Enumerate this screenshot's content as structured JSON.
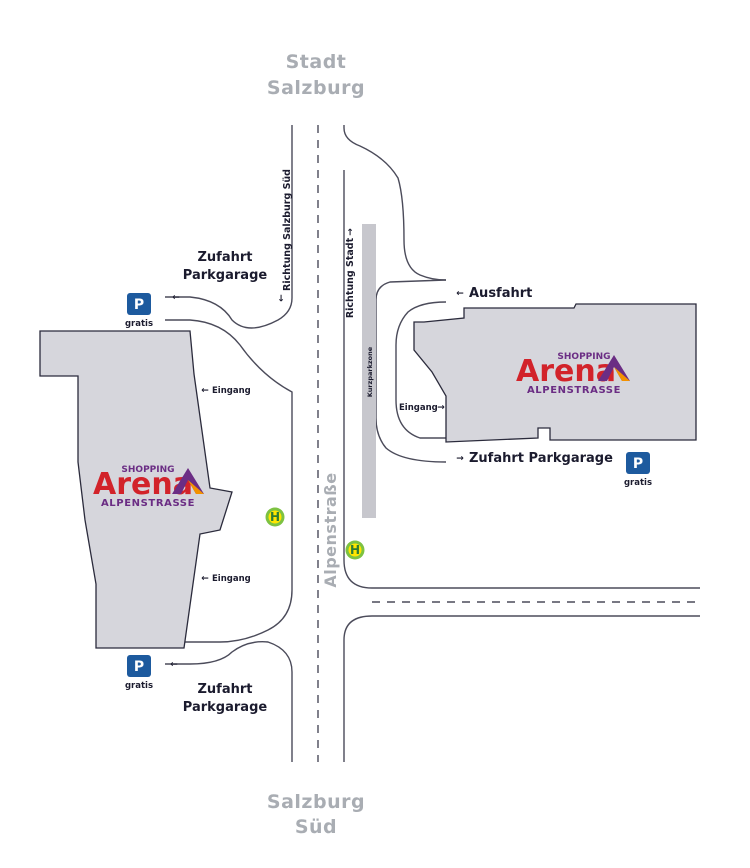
{
  "colors": {
    "background": "#ffffff",
    "road_line": "#4b4b5a",
    "building_fill": "#d6d6dc",
    "city_label": "#a9adb3",
    "label_dark": "#1b1b2e",
    "logo_red": "#d2232a",
    "logo_purple": "#6b2d84",
    "logo_orange": "#f39200",
    "parking_blue": "#1d5a9e",
    "bus_stop_green": "#7dc242",
    "bus_stop_yellow": "#ffe600"
  },
  "cities": {
    "north_line1": "Stadt",
    "north_line2": "Salzburg",
    "south_line1": "Salzburg",
    "south_line2": "Süd"
  },
  "street_name": "Alpenstraße",
  "directions": {
    "salzburg_sued": "Richtung Salzburg Süd",
    "stadt": "Richtung Stadt"
  },
  "kurzparkzone": "Kurzparkzone",
  "labels": {
    "zufahrt_nw_line1": "Zufahrt",
    "zufahrt_nw_line2": "Parkgarage",
    "zufahrt_sw_line1": "Zufahrt",
    "zufahrt_sw_line2": "Parkgarage",
    "ausfahrt": "Ausfahrt",
    "zufahrt_east": "Zufahrt Parkgarage",
    "eingang_w_top": "Eingang",
    "eingang_w_bottom": "Eingang",
    "eingang_east": "Eingang"
  },
  "arrows": {
    "left": "←",
    "right": "→"
  },
  "parking": {
    "symbol": "P",
    "note": "gratis"
  },
  "bus_stop": {
    "symbol": "H"
  },
  "logo": {
    "top": "SHOPPING",
    "main": "Arena",
    "sub": "ALPENSTRASSE"
  }
}
